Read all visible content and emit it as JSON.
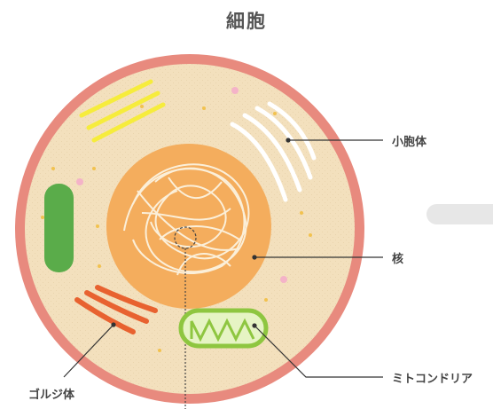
{
  "title": "細胞",
  "labels": {
    "vacuole": "小胞体",
    "nucleus": "核",
    "mitochondria": "ミトコンドリア",
    "golgi": "ゴルジ体"
  },
  "colors": {
    "membrane": "#e88a7e",
    "cytoplasm": "#f3e0bd",
    "nucleus": "#f4ad5d",
    "chloroplast": "#5aac4a",
    "golgi": "#e86230",
    "mitochondria_fill": "#e6f4c4",
    "mitochondria_stroke": "#8ec640",
    "er": "#f6ec3c"
  }
}
